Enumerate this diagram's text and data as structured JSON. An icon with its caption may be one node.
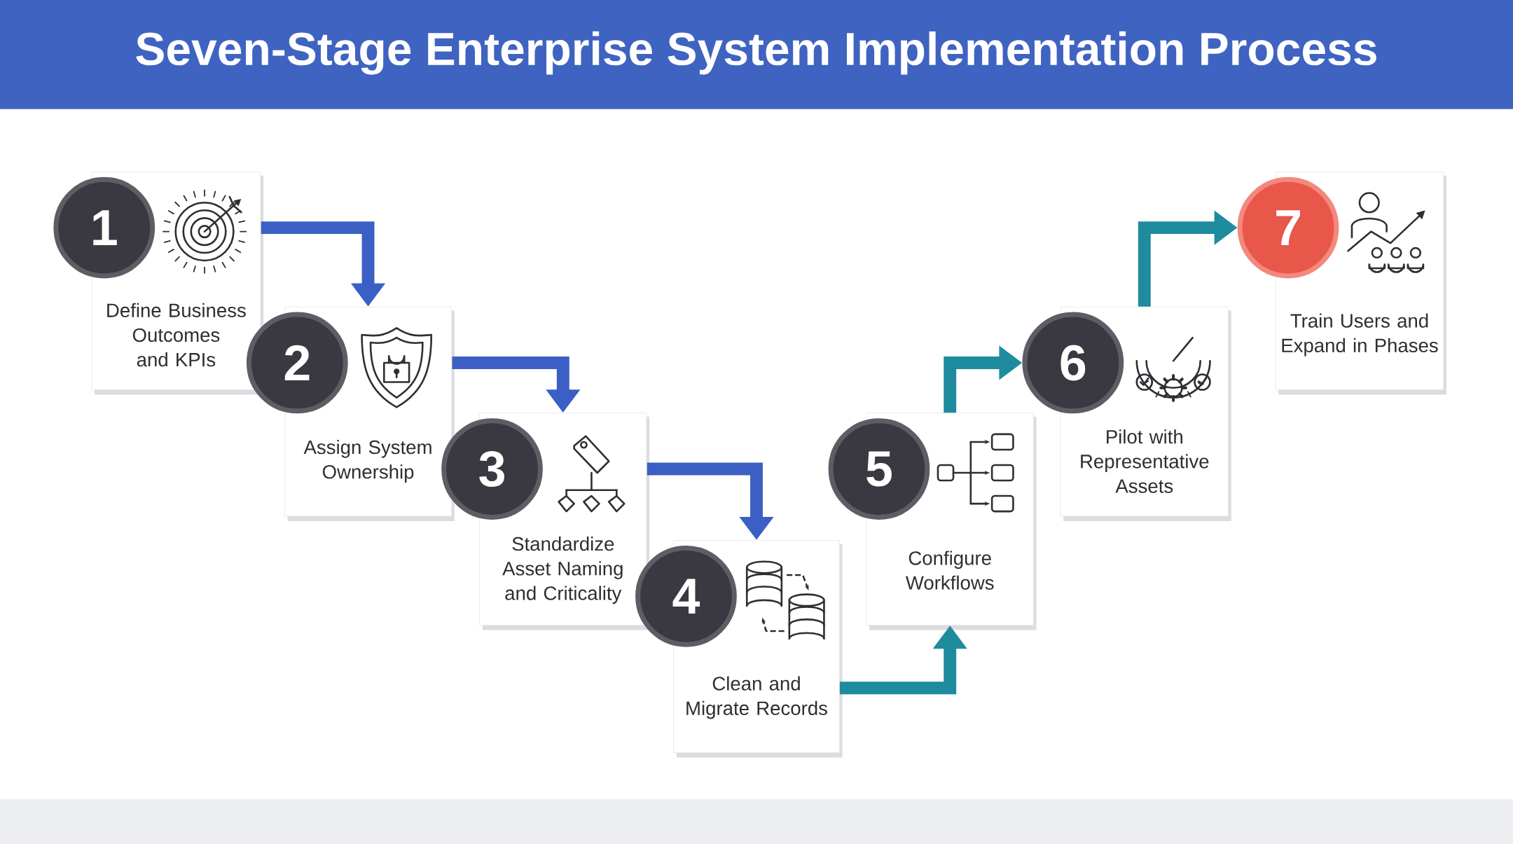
{
  "diagram": {
    "title": "Seven-Stage Enterprise System Implementation Process",
    "nodes": [
      {
        "text": [
          "1",
          "Define Business Outcomes and KPIs"
        ]
      },
      {
        "text": [
          "2",
          "Assign System Ownership"
        ]
      },
      {
        "text": [
          "3",
          "Standardize Asset Naming and Criticality"
        ]
      },
      {
        "text": [
          "4",
          "Clean and Migrate Records"
        ]
      },
      {
        "text": [
          "5",
          "Configure Workflows"
        ]
      },
      {
        "text": [
          "6",
          "Pilot with Representative Assets"
        ]
      },
      {
        "text": [
          "7",
          "Train Users and Expand in Phases"
        ]
      }
    ],
    "edges": [
      {
        "from": 0,
        "to": 1,
        "arrow": "to",
        "color": "#3b5fc4"
      },
      {
        "from": 1,
        "to": 2,
        "arrow": "to",
        "color": "#3b5fc4"
      },
      {
        "from": 2,
        "to": 3,
        "arrow": "to",
        "color": "#3b5fc4"
      },
      {
        "from": 3,
        "to": 4,
        "arrow": "to",
        "color": "#1e8b9e"
      },
      {
        "from": 4,
        "to": 5,
        "arrow": "to",
        "color": "#1e8b9e"
      },
      {
        "from": 5,
        "to": 6,
        "arrow": "to",
        "color": "#1e8b9e"
      }
    ]
  }
}
